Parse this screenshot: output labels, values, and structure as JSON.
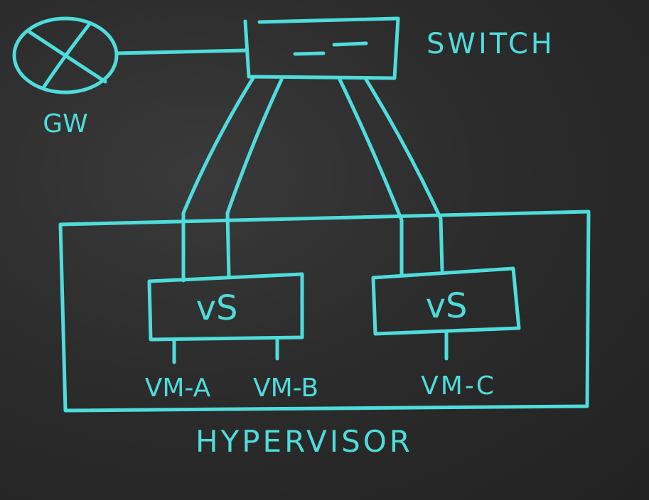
{
  "diagram": {
    "chalk_color": "#4fdcdc",
    "background_color": "#2c2c2c",
    "nodes": {
      "gateway": {
        "label": "GW",
        "icon": "router-icon"
      },
      "switch": {
        "label": "SWITCH"
      },
      "hypervisor": {
        "label": "HYPERVISOR"
      },
      "vswitch_left": {
        "label": "vS"
      },
      "vswitch_right": {
        "label": "vS"
      },
      "vm_a": {
        "label": "VM-A"
      },
      "vm_b": {
        "label": "VM-B"
      },
      "vm_c": {
        "label": "VM-C"
      }
    }
  }
}
